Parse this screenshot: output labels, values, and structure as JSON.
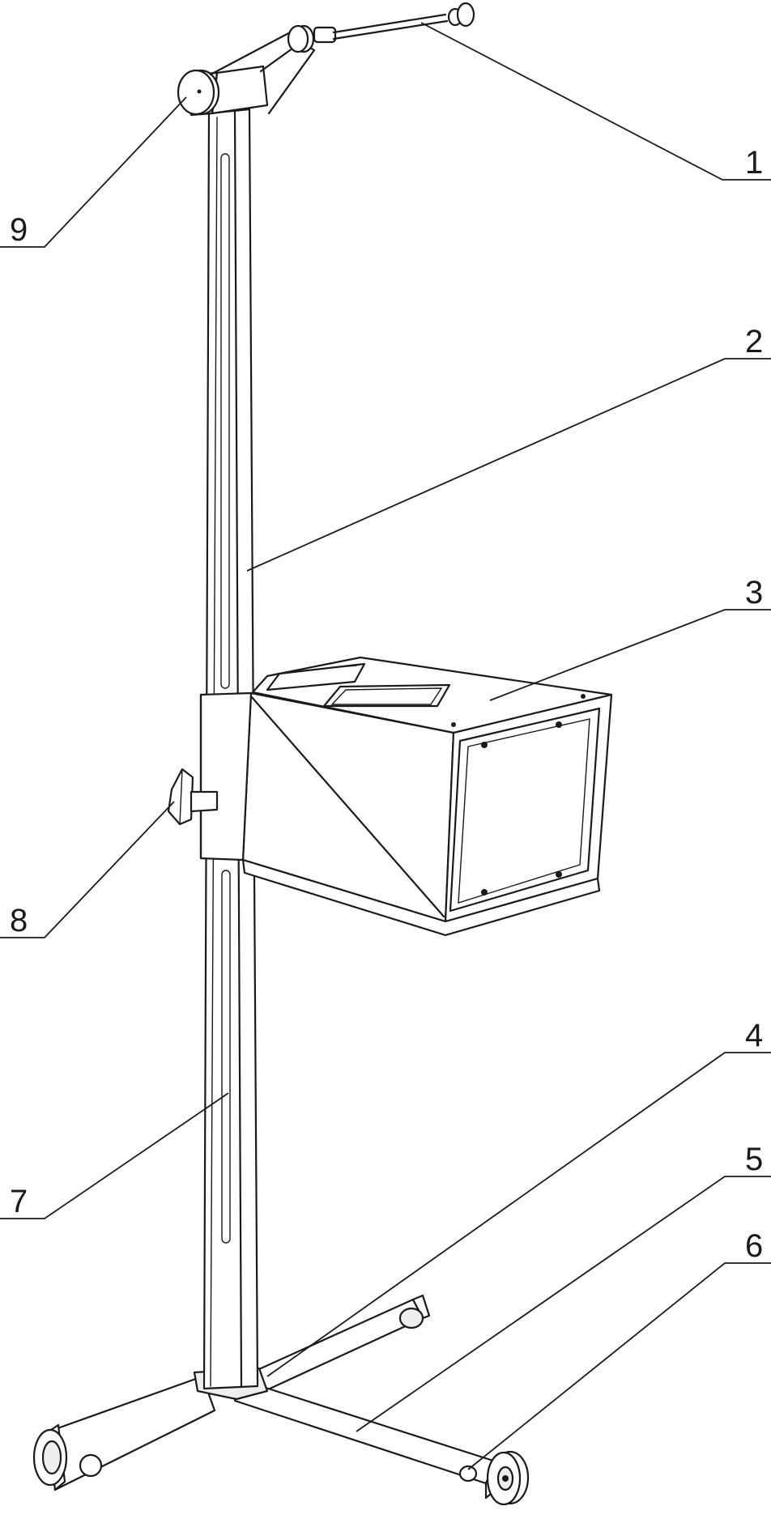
{
  "callouts": [
    {
      "id": "1",
      "text": "1"
    },
    {
      "id": "2",
      "text": "2"
    },
    {
      "id": "3",
      "text": "3"
    },
    {
      "id": "4",
      "text": "4"
    },
    {
      "id": "5",
      "text": "5"
    },
    {
      "id": "6",
      "text": "6"
    },
    {
      "id": "7",
      "text": "7"
    },
    {
      "id": "8",
      "text": "8"
    },
    {
      "id": "9",
      "text": "9"
    }
  ],
  "colors": {
    "line": "#1a1a1a",
    "background": "#ffffff"
  }
}
